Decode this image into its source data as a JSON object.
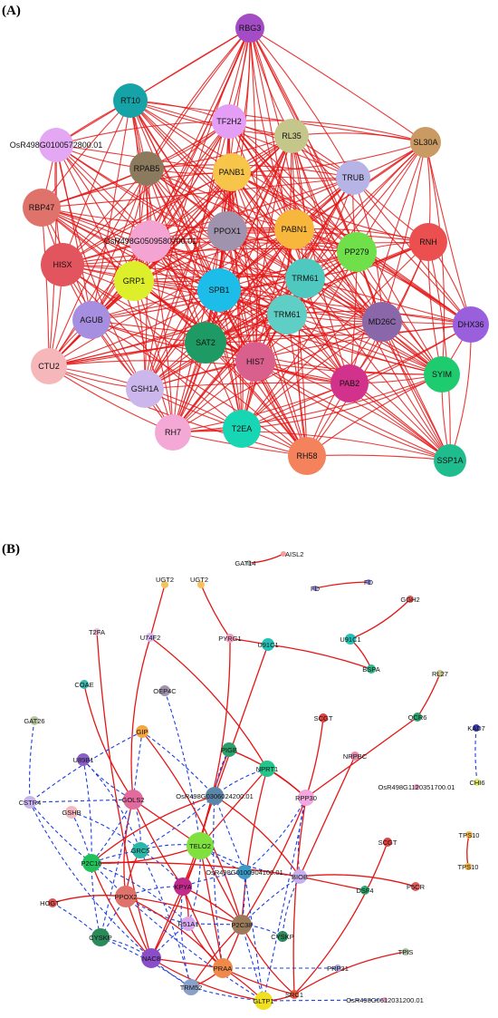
{
  "panels": [
    {
      "id": "A",
      "label": "(A)",
      "node_label_size": 9,
      "nodes": [
        {
          "id": "RBG3",
          "color": "#a44cc6"
        },
        {
          "id": "RT10",
          "color": "#16a3a8"
        },
        {
          "id": "TF2H2",
          "color": "#e59ef5"
        },
        {
          "id": "OsR498G0100572800.01",
          "color": "#e4a7f4"
        },
        {
          "id": "RL35",
          "color": "#c4c68a"
        },
        {
          "id": "SL30A",
          "color": "#c99a63"
        },
        {
          "id": "RPAB5",
          "color": "#8b7a5d"
        },
        {
          "id": "PANB1",
          "color": "#f8c54b"
        },
        {
          "id": "TRUB",
          "color": "#b6b4e6"
        },
        {
          "id": "RBP47",
          "color": "#e0726c"
        },
        {
          "id": "OsR498G0509580700.01",
          "color": "#f3a4d3"
        },
        {
          "id": "PPOX1",
          "color": "#9f93ad"
        },
        {
          "id": "PABN1",
          "color": "#f7b63c"
        },
        {
          "id": "RNH",
          "color": "#ec4f4f"
        },
        {
          "id": "PP279",
          "color": "#6fe04a"
        },
        {
          "id": "HISX",
          "color": "#e2545e"
        },
        {
          "id": "GRP1",
          "color": "#dcef2a"
        },
        {
          "id": "SPB1",
          "color": "#1cbde8"
        },
        {
          "id": "TRM61",
          "color": "#4fc9c0"
        },
        {
          "id": "TRM61_b",
          "label": "TRM61",
          "color": "#5fcfc5"
        },
        {
          "id": "MD26C",
          "color": "#8a67a8"
        },
        {
          "id": "DHX36",
          "color": "#9a5fdc"
        },
        {
          "id": "AGUB",
          "color": "#a68fe0"
        },
        {
          "id": "SAT2",
          "color": "#1e9a64"
        },
        {
          "id": "HIS7",
          "color": "#d95f8c"
        },
        {
          "id": "CTU2",
          "color": "#f6b7bb"
        },
        {
          "id": "GSH1A",
          "color": "#ccb7ec"
        },
        {
          "id": "PAB2",
          "color": "#d2318c"
        },
        {
          "id": "SYIM",
          "color": "#1ecb6e"
        },
        {
          "id": "RH7",
          "color": "#f4a8d6"
        },
        {
          "id": "T2EA",
          "color": "#16d6b4"
        },
        {
          "id": "RH58",
          "color": "#f4825c"
        },
        {
          "id": "SSP1A",
          "color": "#1fbd8e"
        }
      ],
      "edge_style": {
        "color": "#e41616",
        "dashed": false
      }
    },
    {
      "id": "B",
      "label": "(B)",
      "node_label_size": 7.5,
      "nodes": [
        {
          "id": "AISL2",
          "color": "#f2a0a0"
        },
        {
          "id": "GAT14",
          "color": "#a8b5b0"
        },
        {
          "id": "UGT2",
          "color": "#f3c25a"
        },
        {
          "id": "UGT2_b",
          "label": "UGT2",
          "color": "#f3c25a"
        },
        {
          "id": "FD",
          "color": "#8a88e2"
        },
        {
          "id": "FD_b",
          "label": "FD",
          "color": "#8a88e2"
        },
        {
          "id": "GGH2",
          "color": "#e25a5a"
        },
        {
          "id": "T2FA",
          "color": "#e8c2d8"
        },
        {
          "id": "U74F2",
          "color": "#d8b8ee"
        },
        {
          "id": "PYRG1",
          "color": "#f29cc4"
        },
        {
          "id": "U91C1",
          "color": "#22c2b8"
        },
        {
          "id": "U91C1_b",
          "label": "U91C1",
          "color": "#22c2b8"
        },
        {
          "id": "BSPA",
          "color": "#2ab88e"
        },
        {
          "id": "RL27",
          "color": "#c4c28a"
        },
        {
          "id": "COAE",
          "color": "#3ab5b0"
        },
        {
          "id": "OEP4C",
          "color": "#9f93ad"
        },
        {
          "id": "GAT26",
          "color": "#b8c6a0"
        },
        {
          "id": "SCGT",
          "color": "#e04040"
        },
        {
          "id": "QCR6",
          "color": "#2aa070"
        },
        {
          "id": "KAD7",
          "color": "#3a3abb"
        },
        {
          "id": "GIP",
          "color": "#f5a640"
        },
        {
          "id": "PIGB",
          "color": "#2aa06a"
        },
        {
          "id": "NRPBC",
          "color": "#e68ab0"
        },
        {
          "id": "U89B1",
          "color": "#8a5ec8"
        },
        {
          "id": "NPRT1",
          "color": "#22c58a"
        },
        {
          "id": "CHI6",
          "color": "#e2ec6a"
        },
        {
          "id": "OsR498G1120351700.01",
          "color": "#e890c0"
        },
        {
          "id": "CSTR4",
          "color": "#c8b4ee"
        },
        {
          "id": "GOLS2",
          "color": "#e36a9e"
        },
        {
          "id": "OsR498G0306024200.01",
          "color": "#5b86a8"
        },
        {
          "id": "RPP30",
          "color": "#f2a8de"
        },
        {
          "id": "GSHB",
          "color": "#f5b9c0"
        },
        {
          "id": "TPS10",
          "color": "#f5b84a"
        },
        {
          "id": "TPS10_b",
          "label": "TPS10",
          "color": "#f5b84a"
        },
        {
          "id": "SCGT_b",
          "label": "SCGT",
          "color": "#e04040"
        },
        {
          "id": "GRC5",
          "color": "#2ab8a8"
        },
        {
          "id": "TELO2",
          "color": "#7fe040"
        },
        {
          "id": "P2C16",
          "color": "#22c05a"
        },
        {
          "id": "OsR498G0100904100.01",
          "color": "#3a9ac8"
        },
        {
          "id": "BIOB",
          "color": "#c8b0ee"
        },
        {
          "id": "DSF4",
          "color": "#2aa870"
        },
        {
          "id": "P5CR",
          "color": "#e25a5a"
        },
        {
          "id": "KPYA",
          "color": "#c02a8a"
        },
        {
          "id": "HOGT",
          "color": "#e05050"
        },
        {
          "id": "PPOX2",
          "color": "#e0726c"
        },
        {
          "id": "R51A1",
          "color": "#d8a8f0"
        },
        {
          "id": "P2C38",
          "color": "#9a7a5a"
        },
        {
          "id": "CYSKP",
          "color": "#2a8a5a"
        },
        {
          "id": "CYSKP_b",
          "label": "CYSKP",
          "color": "#2a8a5a"
        },
        {
          "id": "NAC8",
          "color": "#8a4ec8"
        },
        {
          "id": "TPIS",
          "color": "#a8c0a0"
        },
        {
          "id": "PRAA",
          "color": "#f08a4a"
        },
        {
          "id": "PRP31",
          "color": "#a8a8d8"
        },
        {
          "id": "TRM52",
          "color": "#8aa0c8"
        },
        {
          "id": "SRC1",
          "color": "#e25a3a"
        },
        {
          "id": "GLTP1",
          "color": "#f0e020"
        },
        {
          "id": "OsR498G0612031200.01",
          "color": "#e8a0c8"
        }
      ],
      "edge_styles": {
        "solid_color": "#e41616",
        "dashed_color": "#1c3fe0"
      }
    }
  ]
}
